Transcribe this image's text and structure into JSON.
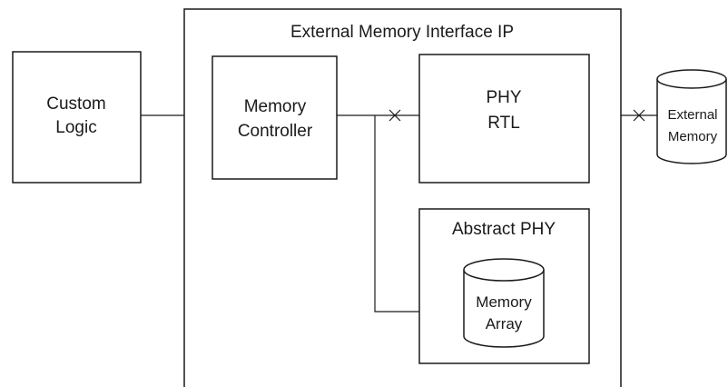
{
  "diagram": {
    "emif": {
      "title": "External Memory Interface IP"
    },
    "custom_logic": {
      "line1": "Custom",
      "line2": "Logic"
    },
    "memory_controller": {
      "line1": "Memory",
      "line2": "Controller"
    },
    "phy_rtl": {
      "line1": "PHY",
      "line2": "RTL"
    },
    "abstract_phy": {
      "title": "Abstract PHY"
    },
    "memory_array": {
      "line1": "Memory",
      "line2": "Array"
    },
    "external_memory": {
      "line1": "External",
      "line2": "Memory"
    }
  }
}
